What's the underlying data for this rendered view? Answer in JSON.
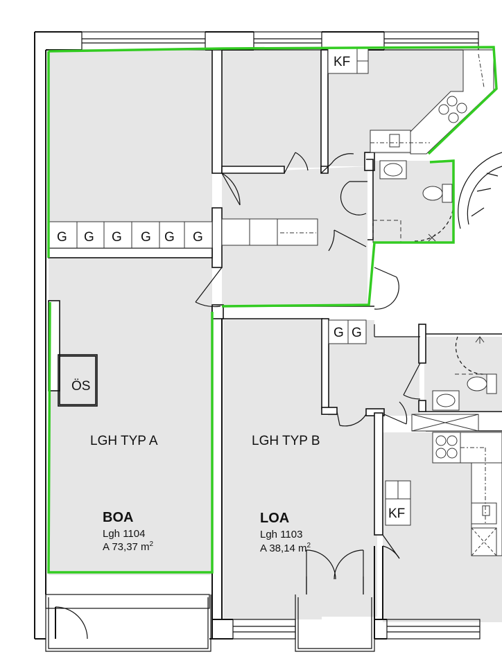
{
  "colors": {
    "wall": "#111111",
    "floor": "#e6e6e6",
    "boundary": "#33cc22",
    "fixture_line": "#333333",
    "background": "#ffffff"
  },
  "apartment_a": {
    "type_label": "LGH TYP A",
    "area_kind": "BOA",
    "number": "Lgh 1104",
    "area_prefix": "A 73,37 m",
    "area_unit_exp": "2"
  },
  "apartment_b": {
    "type_label": "LGH TYP B",
    "area_kind": "LOA",
    "number": "Lgh 1103",
    "area_prefix": "A 38,14 m",
    "area_unit_exp": "2"
  },
  "labels": {
    "kf_top": "KF",
    "kf_bottom": "KF",
    "os": "ÖS",
    "wardrobe_a": [
      "G",
      "G",
      "G",
      "G",
      "G",
      "G"
    ],
    "wardrobe_b": [
      "G",
      "G"
    ]
  }
}
